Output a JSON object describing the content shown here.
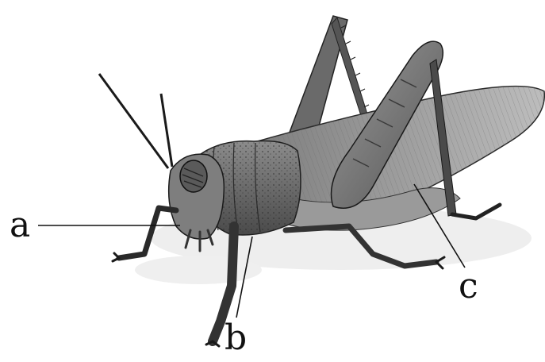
{
  "labels": {
    "a": "a",
    "b": "b",
    "c": "c"
  },
  "colors": {
    "ink": "#111111",
    "body_dark": "#3a3a3a",
    "body_mid": "#6e6e6e",
    "body_light": "#b5b5b5",
    "shadow": "#e6e6e6"
  }
}
